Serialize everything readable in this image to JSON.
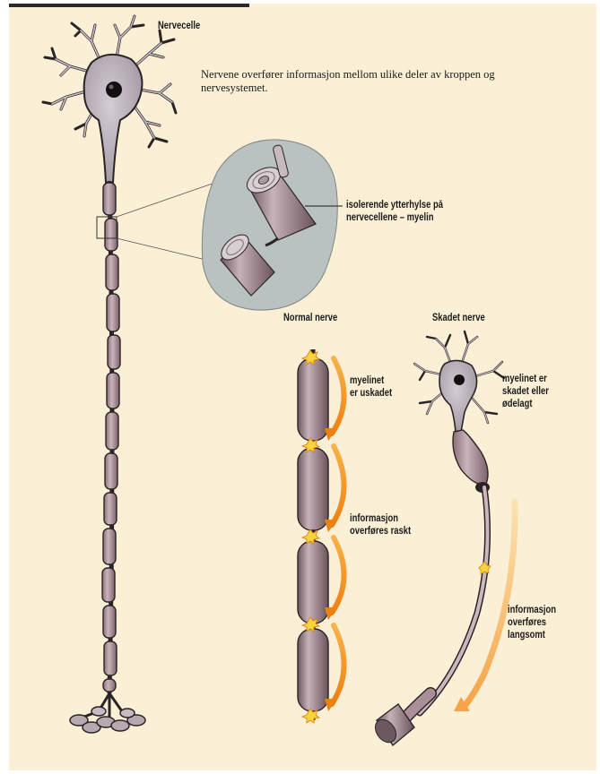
{
  "labels": {
    "nervecelle": "Nervecelle",
    "intro": "Nervene overfører informasjon mellom ulike deler av kroppen og nervesystemet.",
    "myelin": "isolerende ytterhylse på\nnervecellene – myelin",
    "normal_nerve": "Normal nerve",
    "skadet_nerve": "Skadet nerve",
    "myelinet_uskadet": "myelinet\ner uskadet",
    "info_raskt": "informasjon\noverføres raskt",
    "myelinet_skadet": "myelinet er\nskadet eller\nødelagt",
    "info_langsomt": "informasjon\noverføres\nlangsomt"
  },
  "colors": {
    "background": "#fbefd6",
    "neuron_fill": "#bfb4bd",
    "myelin_fill": "#b89ca5",
    "outline": "#2b2426",
    "arrow_orange": "#f28a1e",
    "node_yellow": "#f6d53a",
    "zoom_bubble": "#b8c0c0"
  }
}
